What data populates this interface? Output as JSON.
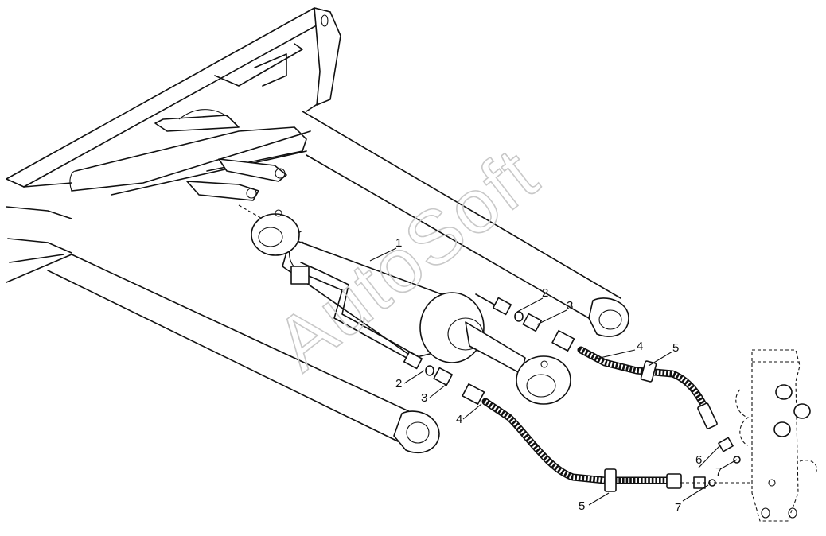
{
  "watermark": "AutoSoft",
  "callouts": [
    {
      "id": "c1",
      "text": "1"
    },
    {
      "id": "c2a",
      "text": "2"
    },
    {
      "id": "c3a",
      "text": "3"
    },
    {
      "id": "c4a",
      "text": "4"
    },
    {
      "id": "c5a",
      "text": "5"
    },
    {
      "id": "c2b",
      "text": "2"
    },
    {
      "id": "c3b",
      "text": "3"
    },
    {
      "id": "c4b",
      "text": "4"
    },
    {
      "id": "c6",
      "text": "6"
    },
    {
      "id": "c7a",
      "text": "7"
    },
    {
      "id": "c7b",
      "text": "7"
    },
    {
      "id": "c5b",
      "text": "5"
    }
  ]
}
